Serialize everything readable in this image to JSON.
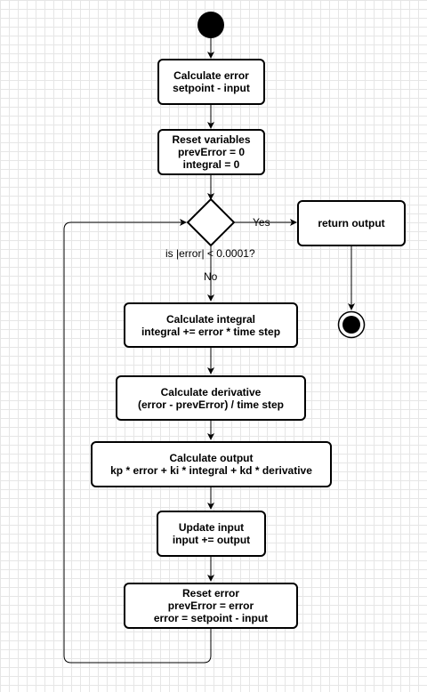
{
  "nodes": {
    "calc_error": {
      "title": "Calculate error",
      "detail": "setpoint - input"
    },
    "reset_vars": {
      "title": "Reset variables",
      "detail1": "prevError = 0",
      "detail2": "integral = 0"
    },
    "return_output": {
      "title": "return output"
    },
    "calc_integral": {
      "title": "Calculate integral",
      "detail": "integral += error * time step"
    },
    "calc_derivative": {
      "title": "Calculate derivative",
      "detail": "(error - prevError) / time step"
    },
    "calc_output": {
      "title": "Calculate output",
      "detail": "kp * error + ki * integral + kd * derivative"
    },
    "update_input": {
      "title": "Update input",
      "detail": "input += output"
    },
    "reset_error": {
      "title": "Reset error",
      "detail1": "prevError = error",
      "detail2": "error = setpoint - input"
    }
  },
  "decision": {
    "condition": "is |error| < 0.0001?",
    "yes_label": "Yes",
    "no_label": "No"
  }
}
